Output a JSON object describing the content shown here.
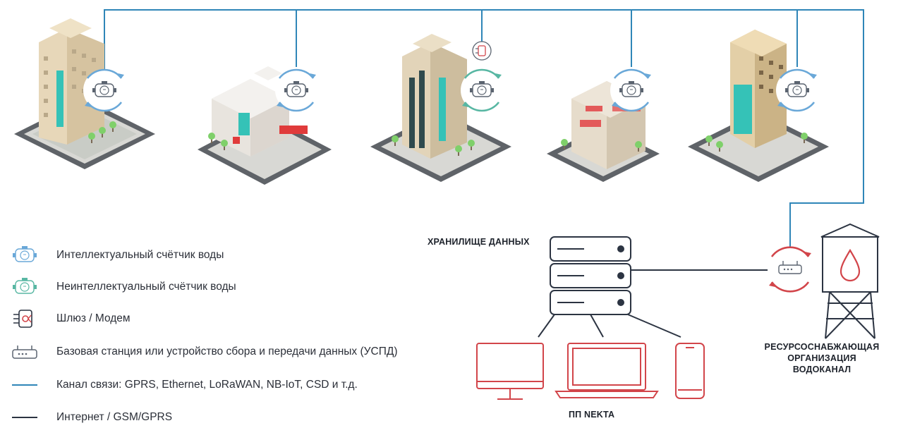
{
  "colors": {
    "channel_line": "#2f86b8",
    "internet_line": "#2c3442",
    "device_red": "#d2454a",
    "smart_meter_blue": "#6aa8d8",
    "nonsmart_meter_green": "#58b7a3",
    "teal_glass": "#35c2b7",
    "wall_beige": "#e8d9bd"
  },
  "buildings": [
    {
      "name": "residential-tower",
      "meter": "smart"
    },
    {
      "name": "hospital",
      "meter": "smart"
    },
    {
      "name": "office-tower",
      "meter": "non-smart",
      "has_gateway": true
    },
    {
      "name": "factory",
      "meter": "smart"
    },
    {
      "name": "apartment-tower",
      "meter": "smart"
    }
  ],
  "labels": {
    "storage": "ХРАНИЛИЩЕ ДАННЫХ",
    "software": "ПП NEKTA",
    "org_line1": "РЕСУРСОСНАБЖАЮЩАЯ",
    "org_line2": "ОРГАНИЗАЦИЯ",
    "org_line3": "ВОДОКАНАЛ"
  },
  "legend": [
    {
      "icon": "smart-water-meter-icon",
      "text": "Интеллектуальный счётчик воды"
    },
    {
      "icon": "nonsmart-water-meter-icon",
      "text": "Неинтеллектуальный счётчик воды"
    },
    {
      "icon": "gateway-modem-icon",
      "text": "Шлюз / Модем"
    },
    {
      "icon": "base-station-icon",
      "text": "Базовая станция или устройство сбора и передачи данных (УСПД)"
    },
    {
      "icon": "channel-line-icon",
      "text": "Канал связи: GPRS, Ethernet, LoRaWAN, NB-IoT, CSD и т.д."
    },
    {
      "icon": "internet-line-icon",
      "text": "Интернет / GSM/GPRS"
    }
  ]
}
